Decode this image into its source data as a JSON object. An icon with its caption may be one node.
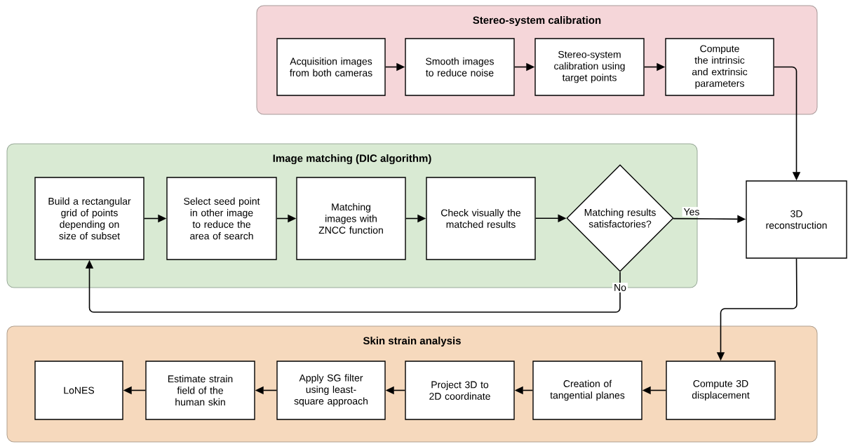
{
  "diagram": {
    "nodes": [
      {
        "text": [
          "Stereo-system calibration"
        ]
      },
      {
        "text": [
          "Acquisition images from both cameras"
        ],
        "in": 0
      },
      {
        "text": [
          "Smooth images to reduce noise"
        ],
        "in": 0
      },
      {
        "text": [
          "Stereo-system calibration using target points"
        ],
        "in": 0
      },
      {
        "text": [
          "Compute the intrinsic and extrinsic parameters"
        ],
        "in": 0
      },
      {
        "text": [
          "Image matching (DIC algorithm)"
        ]
      },
      {
        "text": [
          "Build a rectangular grid of points depending on size of subset"
        ],
        "in": 5
      },
      {
        "text": [
          "Select seed point in other image to reduce the area of search"
        ],
        "in": 5
      },
      {
        "text": [
          "Matching images with ZNCC function"
        ],
        "in": 5
      },
      {
        "text": [
          "Check visually the matched results"
        ],
        "in": 5
      },
      {
        "text": [
          "Matching results satisfactories?"
        ],
        "in": 5
      },
      {
        "text": [
          "3D reconstruction"
        ]
      },
      {
        "text": [
          "Skin strain analysis"
        ]
      },
      {
        "text": [
          "LoNES"
        ],
        "in": 12
      },
      {
        "text": [
          "Estimate strain field of the human skin"
        ],
        "in": 12
      },
      {
        "text": [
          "Apply SG filter using least-square approach"
        ],
        "in": 12
      },
      {
        "text": [
          "Project 3D to 2D coordinate"
        ],
        "in": 12
      },
      {
        "text": [
          "Creation of tangential planes"
        ],
        "in": 12
      },
      {
        "text": [
          "Compute 3D displacement"
        ],
        "in": 12
      }
    ],
    "edges": [
      {
        "from": 1,
        "to": 2,
        "arrow": "to"
      },
      {
        "from": 2,
        "to": 3,
        "arrow": "to"
      },
      {
        "from": 3,
        "to": 4,
        "arrow": "to"
      },
      {
        "from": 4,
        "to": 11,
        "arrow": "to"
      },
      {
        "from": 6,
        "to": 7,
        "arrow": "to"
      },
      {
        "from": 7,
        "to": 8,
        "arrow": "to"
      },
      {
        "from": 8,
        "to": 9,
        "arrow": "to"
      },
      {
        "from": 9,
        "to": 10,
        "arrow": "to"
      },
      {
        "from": 10,
        "to": 11,
        "arrow": "to",
        "label": "Yes"
      },
      {
        "from": 10,
        "to": 6,
        "arrow": "to",
        "label": "No"
      },
      {
        "from": 11,
        "to": 18,
        "arrow": "to"
      },
      {
        "from": 18,
        "to": 17,
        "arrow": "to"
      },
      {
        "from": 17,
        "to": 16,
        "arrow": "to"
      },
      {
        "from": 16,
        "to": 15,
        "arrow": "to"
      },
      {
        "from": 15,
        "to": 14,
        "arrow": "to"
      },
      {
        "from": 14,
        "to": 13,
        "arrow": "to"
      }
    ]
  }
}
